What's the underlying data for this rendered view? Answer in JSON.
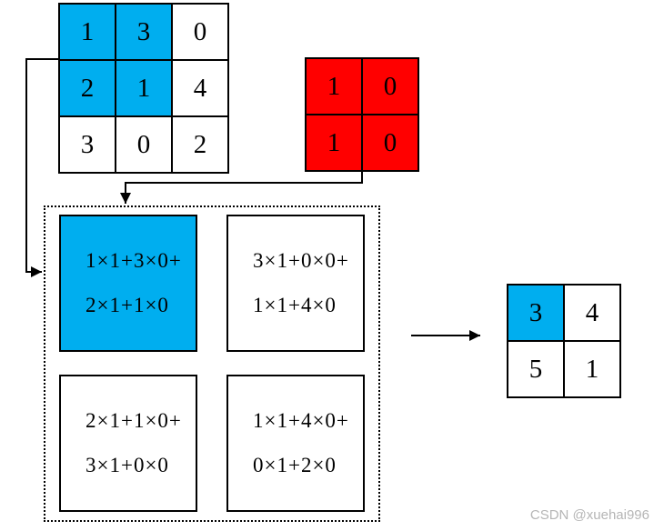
{
  "colors": {
    "highlight": "#00AEEF",
    "kernel": "#FF0000",
    "line": "#000000",
    "watermark": "#B5B5B5"
  },
  "input_matrix": {
    "rows": [
      [
        "1",
        "3",
        "0"
      ],
      [
        "2",
        "1",
        "4"
      ],
      [
        "3",
        "0",
        "2"
      ]
    ],
    "highlighted_cells": [
      [
        0,
        0
      ],
      [
        0,
        1
      ],
      [
        1,
        0
      ],
      [
        1,
        1
      ]
    ]
  },
  "kernel_matrix": {
    "rows": [
      [
        "1",
        "0"
      ],
      [
        "1",
        "0"
      ]
    ]
  },
  "computation_box": {
    "cells": [
      {
        "line1": "1×1+3×0+",
        "line2": "2×1+1×0",
        "highlighted": true
      },
      {
        "line1": "3×1+0×0+",
        "line2": "1×1+4×0",
        "highlighted": false
      },
      {
        "line1": "2×1+1×0+",
        "line2": "3×1+0×0",
        "highlighted": false
      },
      {
        "line1": "1×1+4×0+",
        "line2": "0×1+2×0",
        "highlighted": false
      }
    ]
  },
  "output_matrix": {
    "rows": [
      [
        "3",
        "4"
      ],
      [
        "5",
        "1"
      ]
    ],
    "highlighted_cells": [
      [
        0,
        0
      ]
    ]
  },
  "watermark": "CSDN @xuehai996"
}
